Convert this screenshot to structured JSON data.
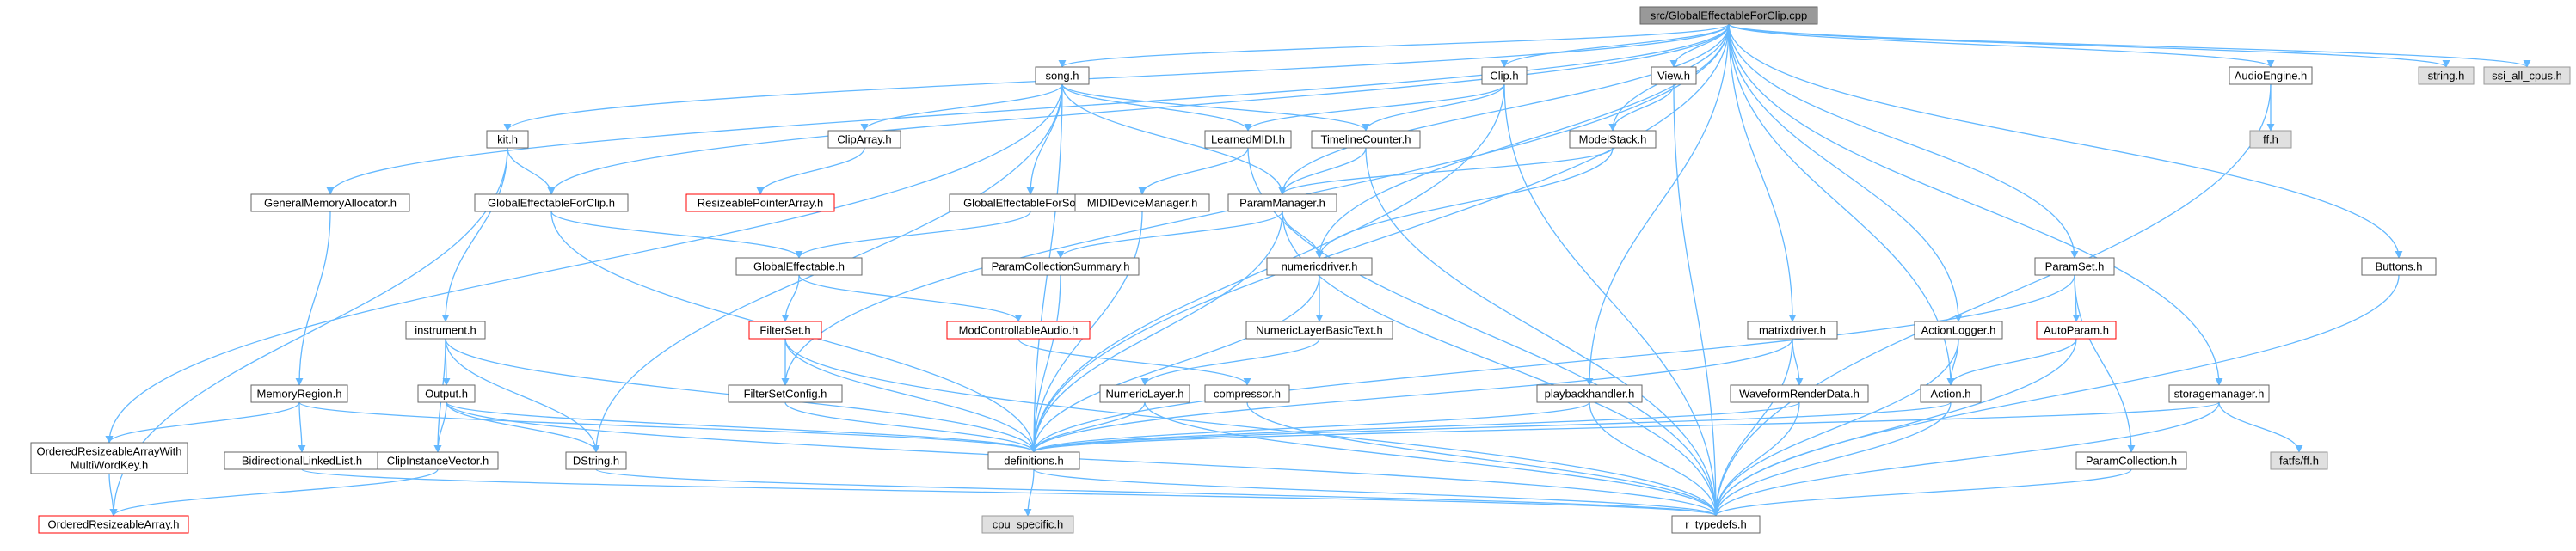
{
  "colors": {
    "root_fill": "#999999",
    "root_stroke": "#666666",
    "node_fill": "#ffffff",
    "node_stroke": "#666666",
    "sys_fill": "#e0e0e0",
    "sys_stroke": "#999999",
    "missing_stroke": "#ff0000",
    "edge": "#63b8ff"
  },
  "graph": {
    "root": "src/GlobalEffectableForClip.cpp",
    "nodes": [
      {
        "id": "root",
        "label": "src/GlobalEffectableForClip.cpp",
        "kind": "root"
      },
      {
        "id": "song",
        "label": "song.h",
        "kind": "normal"
      },
      {
        "id": "clip",
        "label": "Clip.h",
        "kind": "normal"
      },
      {
        "id": "view",
        "label": "View.h",
        "kind": "normal"
      },
      {
        "id": "audioengine",
        "label": "AudioEngine.h",
        "kind": "normal"
      },
      {
        "id": "string",
        "label": "string.h",
        "kind": "system"
      },
      {
        "id": "ssi",
        "label": "ssi_all_cpus.h",
        "kind": "system"
      },
      {
        "id": "kit",
        "label": "kit.h",
        "kind": "normal"
      },
      {
        "id": "cliparray",
        "label": "ClipArray.h",
        "kind": "normal"
      },
      {
        "id": "learnedmidi",
        "label": "LearnedMIDI.h",
        "kind": "normal"
      },
      {
        "id": "timelinecounter",
        "label": "TimelineCounter.h",
        "kind": "normal"
      },
      {
        "id": "modelstack",
        "label": "ModelStack.h",
        "kind": "normal"
      },
      {
        "id": "ffh",
        "label": "ff.h",
        "kind": "system"
      },
      {
        "id": "generalmem",
        "label": "GeneralMemoryAllocator.h",
        "kind": "normal"
      },
      {
        "id": "gefc_h",
        "label": "GlobalEffectableForClip.h",
        "kind": "normal"
      },
      {
        "id": "resizeptr",
        "label": "ResizeablePointerArray.h",
        "kind": "missing"
      },
      {
        "id": "gefsong",
        "label": "GlobalEffectableForSong.h",
        "kind": "normal"
      },
      {
        "id": "mididevmgr",
        "label": "MIDIDeviceManager.h",
        "kind": "normal"
      },
      {
        "id": "parammanager",
        "label": "ParamManager.h",
        "kind": "normal"
      },
      {
        "id": "globaleff",
        "label": "GlobalEffectable.h",
        "kind": "normal"
      },
      {
        "id": "paramcollsum",
        "label": "ParamCollectionSummary.h",
        "kind": "normal"
      },
      {
        "id": "numericdriver",
        "label": "numericdriver.h",
        "kind": "normal"
      },
      {
        "id": "paramset",
        "label": "ParamSet.h",
        "kind": "normal"
      },
      {
        "id": "buttons",
        "label": "Buttons.h",
        "kind": "normal"
      },
      {
        "id": "instrument",
        "label": "instrument.h",
        "kind": "normal"
      },
      {
        "id": "filterset",
        "label": "FilterSet.h",
        "kind": "missing"
      },
      {
        "id": "modctrlaudio",
        "label": "ModControllableAudio.h",
        "kind": "missing"
      },
      {
        "id": "numlayerbasictext",
        "label": "NumericLayerBasicText.h",
        "kind": "normal"
      },
      {
        "id": "matrixdriver",
        "label": "matrixdriver.h",
        "kind": "normal"
      },
      {
        "id": "actionlogger",
        "label": "ActionLogger.h",
        "kind": "normal"
      },
      {
        "id": "autoparam",
        "label": "AutoParam.h",
        "kind": "missing"
      },
      {
        "id": "memregion",
        "label": "MemoryRegion.h",
        "kind": "normal"
      },
      {
        "id": "output",
        "label": "Output.h",
        "kind": "normal"
      },
      {
        "id": "filtersetconfig",
        "label": "FilterSetConfig.h",
        "kind": "normal"
      },
      {
        "id": "numericlayer",
        "label": "NumericLayer.h",
        "kind": "normal"
      },
      {
        "id": "compressor",
        "label": "compressor.h",
        "kind": "normal"
      },
      {
        "id": "playbackhandler",
        "label": "playbackhandler.h",
        "kind": "normal"
      },
      {
        "id": "waveform",
        "label": "WaveformRenderData.h",
        "kind": "normal"
      },
      {
        "id": "action",
        "label": "Action.h",
        "kind": "normal"
      },
      {
        "id": "storagemgr",
        "label": "storagemanager.h",
        "kind": "normal"
      },
      {
        "id": "ora_mwk",
        "label": "OrderedResizeableArrayWith\nMultiWordKey.h",
        "kind": "normal"
      },
      {
        "id": "bidir",
        "label": "BidirectionalLinkedList.h",
        "kind": "normal"
      },
      {
        "id": "clipinstvec",
        "label": "ClipInstanceVector.h",
        "kind": "normal"
      },
      {
        "id": "dstring",
        "label": "DString.h",
        "kind": "normal"
      },
      {
        "id": "definitions",
        "label": "definitions.h",
        "kind": "normal"
      },
      {
        "id": "paramcoll",
        "label": "ParamCollection.h",
        "kind": "normal"
      },
      {
        "id": "fatfs",
        "label": "fatfs/ff.h",
        "kind": "system"
      },
      {
        "id": "ora",
        "label": "OrderedResizeableArray.h",
        "kind": "missing"
      },
      {
        "id": "cpuspecific",
        "label": "cpu_specific.h",
        "kind": "system"
      },
      {
        "id": "rtypedefs",
        "label": "r_typedefs.h",
        "kind": "normal"
      }
    ],
    "edges": [
      [
        "root",
        "song"
      ],
      [
        "root",
        "clip"
      ],
      [
        "root",
        "view"
      ],
      [
        "root",
        "audioengine"
      ],
      [
        "root",
        "string"
      ],
      [
        "root",
        "ssi"
      ],
      [
        "root",
        "kit"
      ],
      [
        "root",
        "generalmem"
      ],
      [
        "root",
        "gefc_h"
      ],
      [
        "root",
        "modelstack"
      ],
      [
        "root",
        "parammanager"
      ],
      [
        "root",
        "numericdriver"
      ],
      [
        "root",
        "paramset"
      ],
      [
        "root",
        "buttons"
      ],
      [
        "root",
        "matrixdriver"
      ],
      [
        "root",
        "actionlogger"
      ],
      [
        "root",
        "playbackhandler"
      ],
      [
        "root",
        "storagemgr"
      ],
      [
        "root",
        "action"
      ],
      [
        "root",
        "filtersetconfig"
      ],
      [
        "root",
        "definitions"
      ],
      [
        "song",
        "cliparray"
      ],
      [
        "song",
        "learnedmidi"
      ],
      [
        "song",
        "timelinecounter"
      ],
      [
        "song",
        "gefsong"
      ],
      [
        "song",
        "parammanager"
      ],
      [
        "song",
        "ora_mwk"
      ],
      [
        "song",
        "dstring"
      ],
      [
        "song",
        "definitions"
      ],
      [
        "clip",
        "learnedmidi"
      ],
      [
        "clip",
        "timelinecounter"
      ],
      [
        "clip",
        "definitions"
      ],
      [
        "clip",
        "rtypedefs"
      ],
      [
        "view",
        "modelstack"
      ],
      [
        "view",
        "rtypedefs"
      ],
      [
        "audioengine",
        "ffh"
      ],
      [
        "audioengine",
        "rtypedefs"
      ],
      [
        "kit",
        "gefc_h"
      ],
      [
        "kit",
        "instrument"
      ],
      [
        "kit",
        "ora"
      ],
      [
        "cliparray",
        "resizeptr"
      ],
      [
        "learnedmidi",
        "mididevmgr"
      ],
      [
        "learnedmidi",
        "rtypedefs"
      ],
      [
        "timelinecounter",
        "parammanager"
      ],
      [
        "timelinecounter",
        "rtypedefs"
      ],
      [
        "modelstack",
        "parammanager"
      ],
      [
        "modelstack",
        "numericdriver"
      ],
      [
        "generalmem",
        "memregion"
      ],
      [
        "gefc_h",
        "globaleff"
      ],
      [
        "gefc_h",
        "definitions"
      ],
      [
        "gefsong",
        "globaleff"
      ],
      [
        "mididevmgr",
        "definitions"
      ],
      [
        "parammanager",
        "paramcollsum"
      ],
      [
        "parammanager",
        "numericdriver"
      ],
      [
        "parammanager",
        "definitions"
      ],
      [
        "parammanager",
        "rtypedefs"
      ],
      [
        "globaleff",
        "filterset"
      ],
      [
        "globaleff",
        "modctrlaudio"
      ],
      [
        "paramcollsum",
        "definitions"
      ],
      [
        "numericdriver",
        "numlayerbasictext"
      ],
      [
        "numericdriver",
        "definitions"
      ],
      [
        "paramset",
        "autoparam"
      ],
      [
        "paramset",
        "paramcoll"
      ],
      [
        "paramset",
        "definitions"
      ],
      [
        "buttons",
        "rtypedefs"
      ],
      [
        "instrument",
        "output"
      ],
      [
        "instrument",
        "clipinstvec"
      ],
      [
        "instrument",
        "dstring"
      ],
      [
        "instrument",
        "definitions"
      ],
      [
        "filterset",
        "filtersetconfig"
      ],
      [
        "filterset",
        "definitions"
      ],
      [
        "filterset",
        "rtypedefs"
      ],
      [
        "modctrlaudio",
        "compressor"
      ],
      [
        "numlayerbasictext",
        "numericlayer"
      ],
      [
        "matrixdriver",
        "waveform"
      ],
      [
        "matrixdriver",
        "definitions"
      ],
      [
        "matrixdriver",
        "rtypedefs"
      ],
      [
        "actionlogger",
        "action"
      ],
      [
        "actionlogger",
        "rtypedefs"
      ],
      [
        "autoparam",
        "action"
      ],
      [
        "autoparam",
        "rtypedefs"
      ],
      [
        "memregion",
        "ora_mwk"
      ],
      [
        "memregion",
        "bidir"
      ],
      [
        "memregion",
        "definitions"
      ],
      [
        "output",
        "clipinstvec"
      ],
      [
        "output",
        "dstring"
      ],
      [
        "output",
        "definitions"
      ],
      [
        "output",
        "rtypedefs"
      ],
      [
        "filtersetconfig",
        "definitions"
      ],
      [
        "numericlayer",
        "definitions"
      ],
      [
        "numericlayer",
        "rtypedefs"
      ],
      [
        "compressor",
        "rtypedefs"
      ],
      [
        "playbackhandler",
        "definitions"
      ],
      [
        "playbackhandler",
        "rtypedefs"
      ],
      [
        "waveform",
        "definitions"
      ],
      [
        "waveform",
        "rtypedefs"
      ],
      [
        "action",
        "definitions"
      ],
      [
        "action",
        "rtypedefs"
      ],
      [
        "storagemgr",
        "definitions"
      ],
      [
        "storagemgr",
        "fatfs"
      ],
      [
        "storagemgr",
        "rtypedefs"
      ],
      [
        "ora_mwk",
        "ora"
      ],
      [
        "clipinstvec",
        "ora"
      ],
      [
        "dstring",
        "rtypedefs"
      ],
      [
        "definitions",
        "cpuspecific"
      ],
      [
        "definitions",
        "rtypedefs"
      ],
      [
        "paramcoll",
        "rtypedefs"
      ],
      [
        "bidir",
        "rtypedefs"
      ]
    ]
  }
}
